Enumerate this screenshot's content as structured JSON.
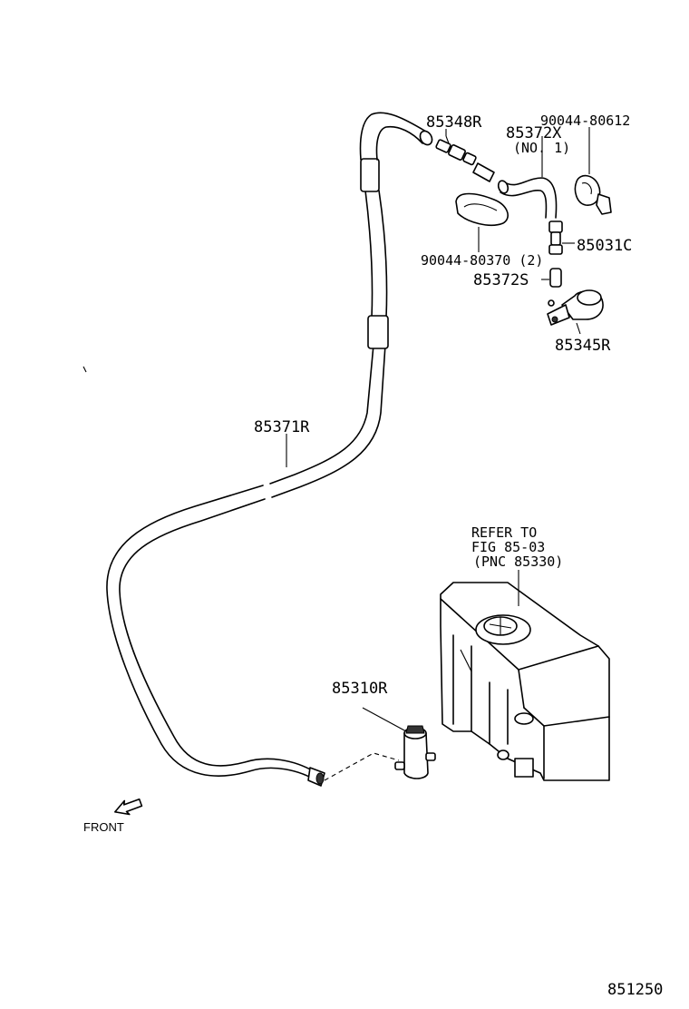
{
  "labels": {
    "p85348r": "85348R",
    "p85372x": "85372X",
    "p85372x_note": "(NO. 1)",
    "p90044_80612": "90044-80612",
    "p90044_80370": "90044-80370 (2)",
    "p85031c": "85031C",
    "p85372s": "85372S",
    "p85345r": "85345R",
    "p85371r": "85371R",
    "refer_line1": "REFER TO",
    "refer_line2": "FIG 85-03",
    "refer_line3": "(PNC 85330)",
    "p85310r": "85310R",
    "front": "FRONT",
    "figure_number": "851250"
  }
}
